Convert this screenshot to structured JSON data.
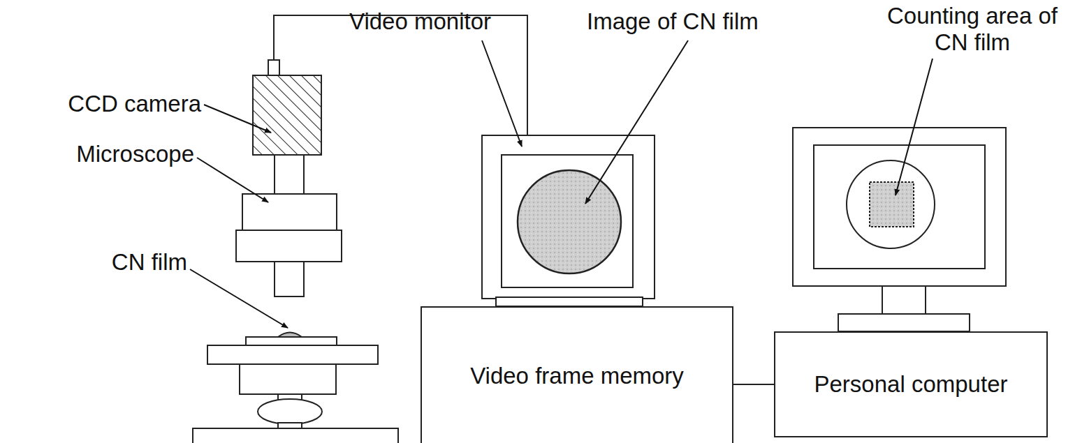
{
  "diagram": {
    "nodes": [
      {
        "text": [
          "Video frame memory"
        ]
      },
      {
        "text": [
          "Personal computer"
        ]
      }
    ],
    "edges": [
      {
        "from": 0,
        "to": 1,
        "arrow": "none"
      }
    ],
    "labels": [
      "CCD camera",
      "Video monitor",
      "Image of CN film",
      "Microscope",
      "CN film",
      "Counting area of CN film"
    ]
  }
}
